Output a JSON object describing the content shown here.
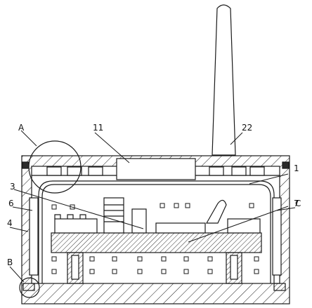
{
  "figure": {
    "labels": {
      "A": "A",
      "l11": "11",
      "l22": "22",
      "l1": "1",
      "l3": "3",
      "l7": "7",
      "l6": "6",
      "C": "C",
      "l4": "4",
      "B": "B"
    },
    "colors": {
      "line": "#1a1a1a",
      "background": "#ffffff",
      "dark_block": "#2a2a2a"
    },
    "patterns": [
      "hatch-fill"
    ]
  }
}
